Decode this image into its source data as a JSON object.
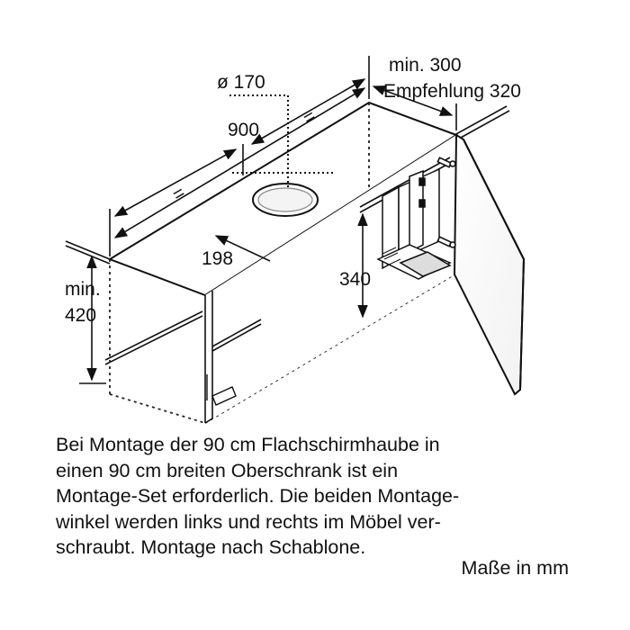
{
  "dimensions": {
    "duct_diameter": "ø 170",
    "width": "900",
    "equal_left": "=",
    "equal_right": "=",
    "min_depth": "min. 300",
    "recommended_depth": "Empfehlung 320",
    "duct_offset": "198",
    "height_inner": "340",
    "min_height_label": "min.",
    "min_height_value": "420"
  },
  "description": {
    "lines": [
      "Bei Montage der 90 cm Flachschirmhaube in",
      "einen 90 cm breiten Oberschrank ist ein",
      "Montage-Set erforderlich. Die beiden Montage-",
      "winkel werden links und rechts im Möbel ver-",
      "schraubt. Montage nach Schablone."
    ],
    "units_note": "Maße in mm"
  }
}
